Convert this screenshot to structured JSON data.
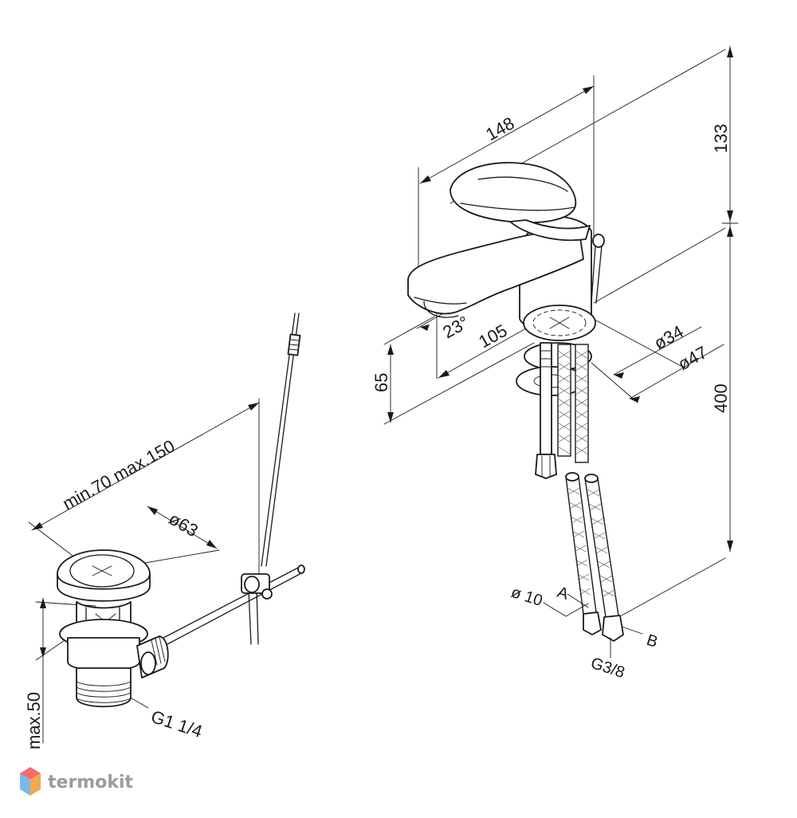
{
  "drawing": {
    "faucet_dims": {
      "height_top": "133",
      "spout_length": "148",
      "spout_angle": "23°",
      "spout_reach": "105",
      "spout_height": "65",
      "base_d34": "ø34",
      "base_d47": "ø47",
      "total_height": "400"
    },
    "hose_labels": {
      "hose_d": "ø 10",
      "a": "A",
      "b": "B",
      "thread": "G3/8"
    },
    "drain_dims": {
      "rod_range": "min.70 max.150",
      "cap_d": "ø63",
      "max_height": "max.50",
      "thread": "G1 1/4"
    },
    "watermark": {
      "brand": "termokit",
      "colors": {
        "top": "#f26d6d",
        "left": "#7ab8ea",
        "right": "#f2a94a"
      }
    }
  }
}
